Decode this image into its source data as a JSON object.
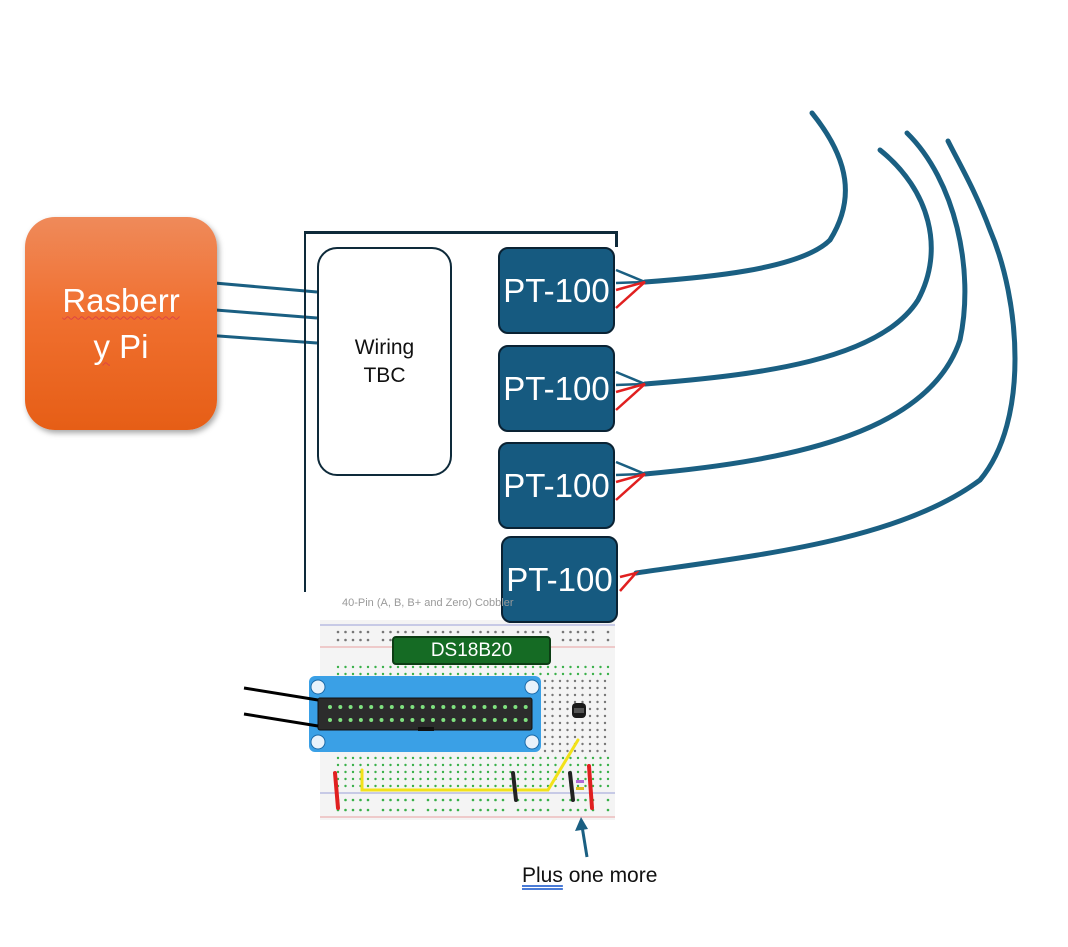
{
  "raspberry_pi": {
    "label_line1": "Rasberr",
    "label_line2_a": "y",
    "label_line2_b": " Pi"
  },
  "wiring_box": {
    "line1": "Wiring",
    "line2": "TBC"
  },
  "sensors": [
    {
      "label": "PT-100"
    },
    {
      "label": "PT-100"
    },
    {
      "label": "PT-100"
    },
    {
      "label": "PT-100"
    }
  ],
  "breadboard": {
    "title": "40-Pin (A, B, B+ and Zero) Cobbler"
  },
  "ds18b20": {
    "label": "DS18B20"
  },
  "note": {
    "word": "Plus",
    "rest": " one more"
  },
  "colors": {
    "cable_blue": "#1a5f82",
    "sensor_fill": "#165a80",
    "rpi_orange": "#f07030",
    "ds_green": "#156b24",
    "wire_red": "#e02020",
    "cobbler_blue": "#3aa0e6",
    "jumper_yellow": "#f2e21a"
  }
}
